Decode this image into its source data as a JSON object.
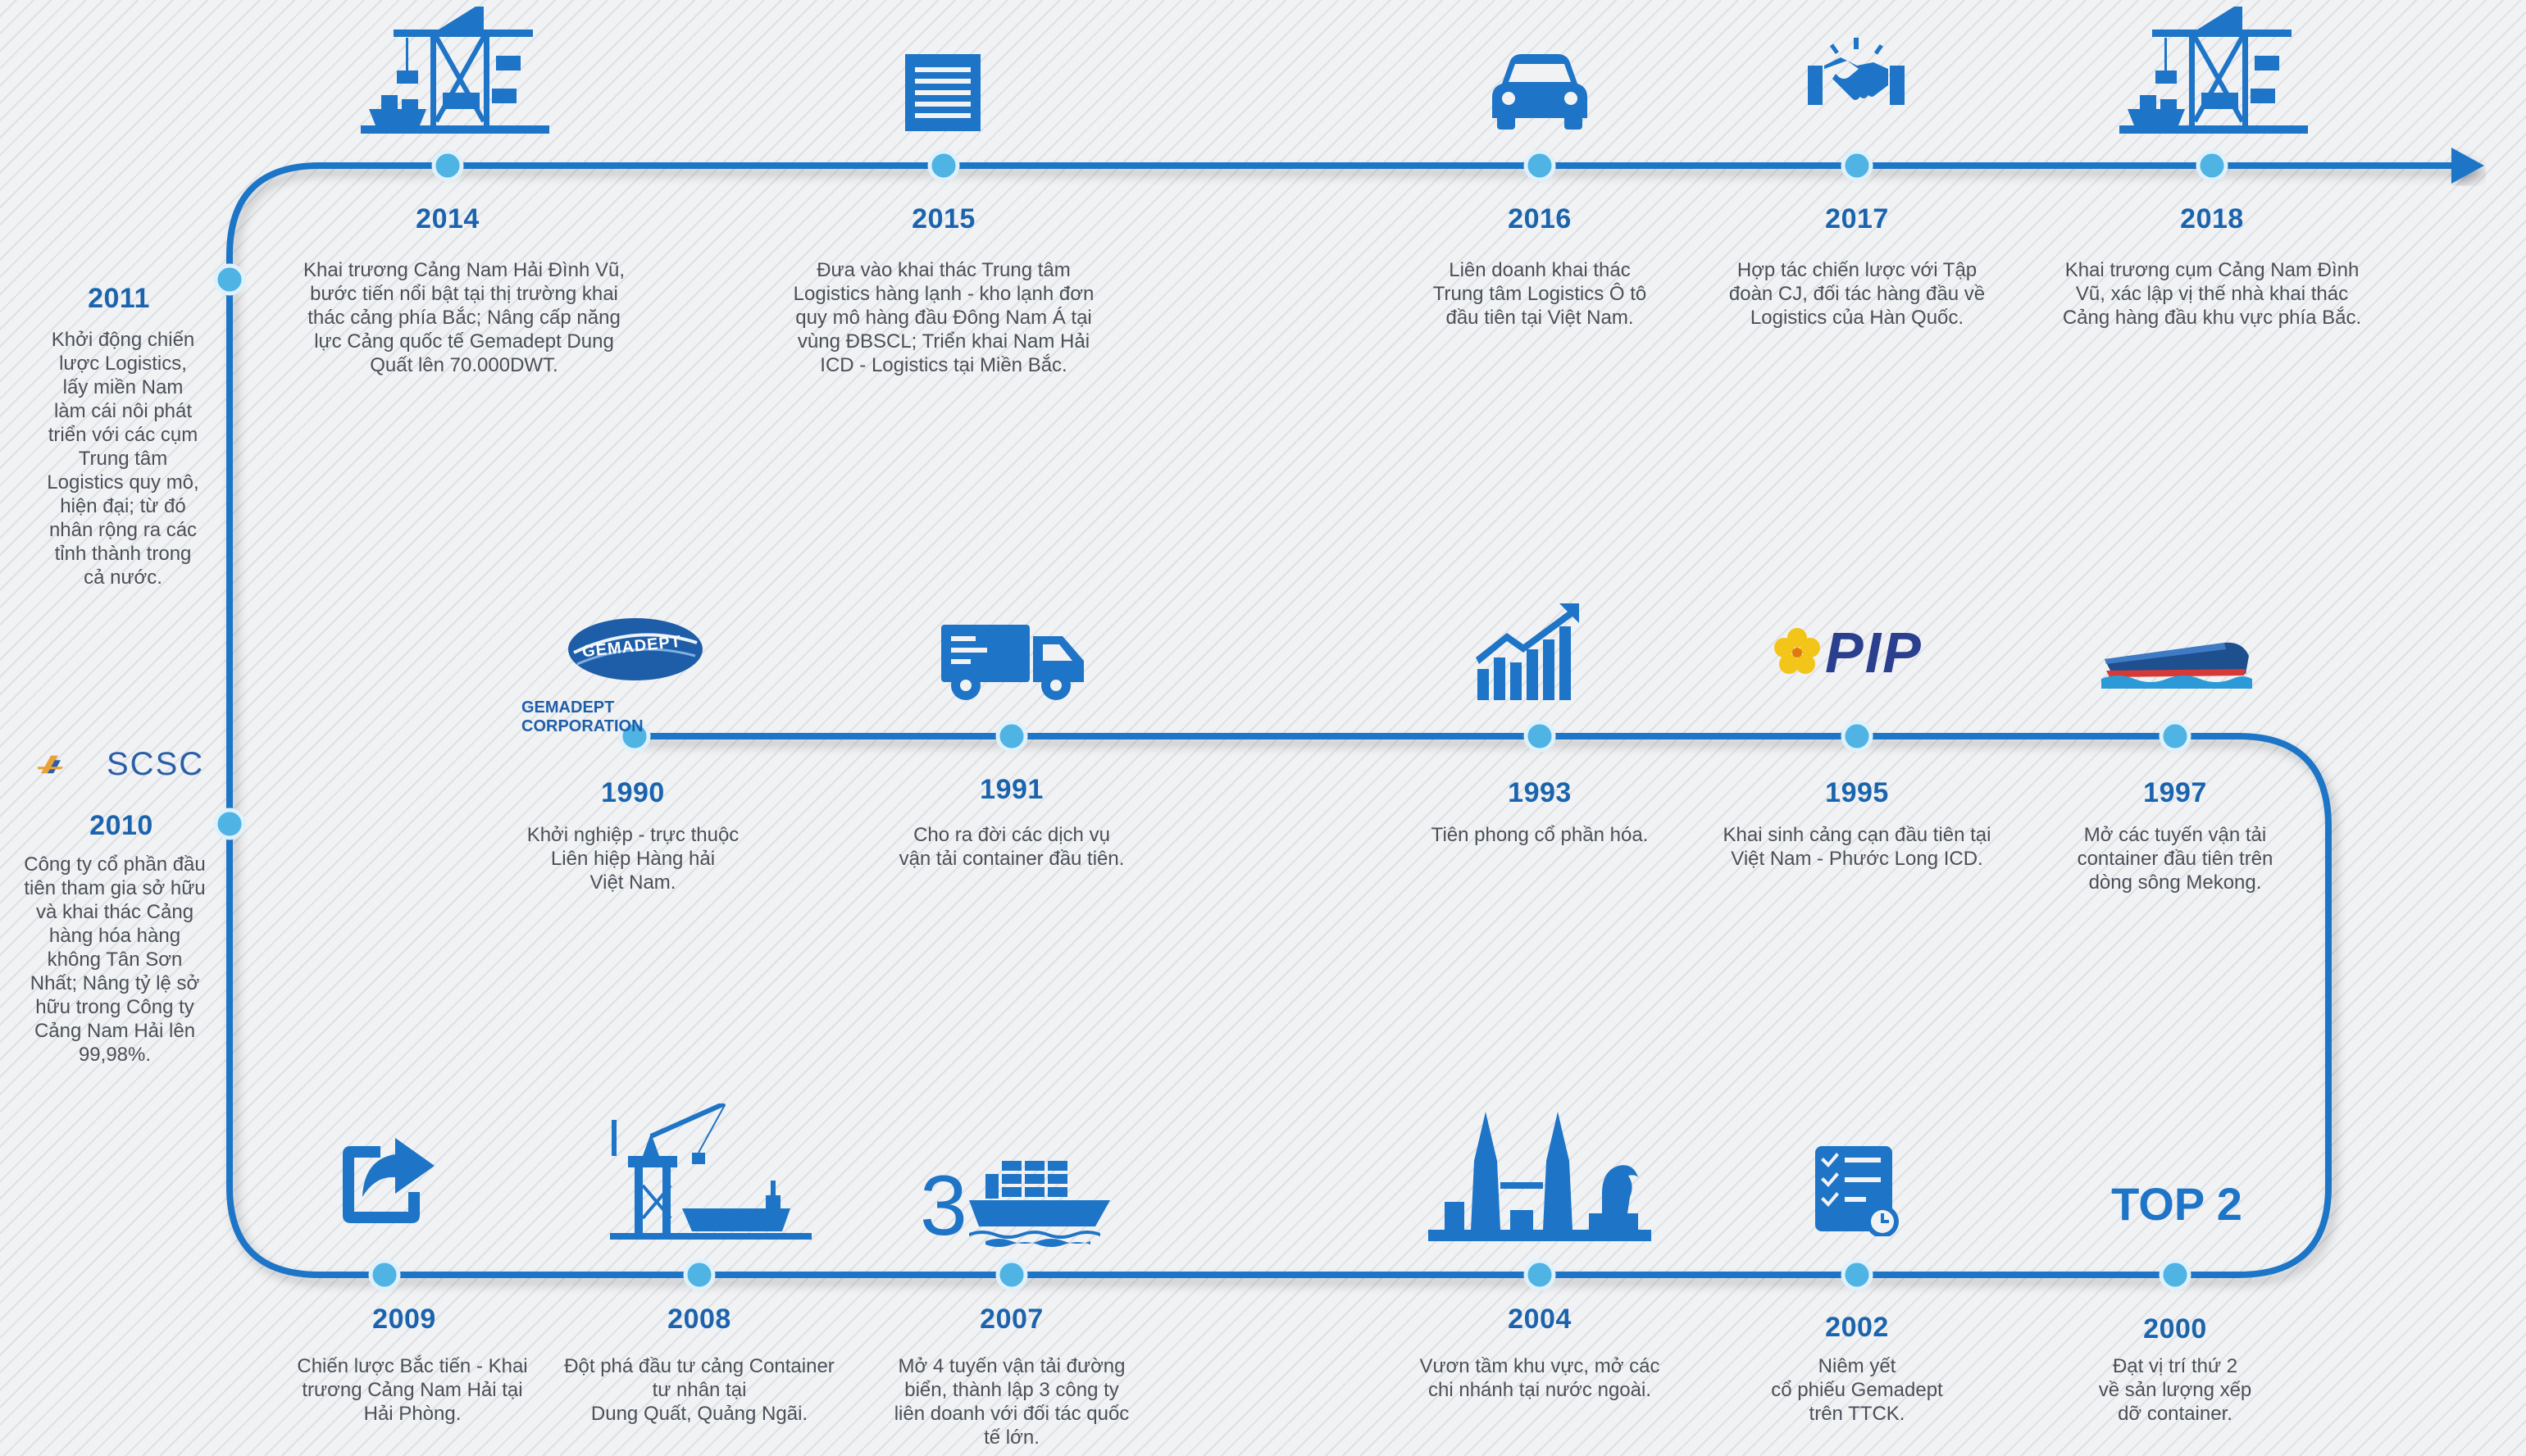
{
  "colors": {
    "track": "#1e74c6",
    "node": "#4fb3e4",
    "year_text": "#1b64ad",
    "icon": "#1e74c6",
    "desc_text": "#4a4f58"
  },
  "milestones": [
    {
      "year": "2014",
      "desc": "Khai trương Cảng Nam Hải Đình Vũ,\nbước tiến nổi bật tại thị trường khai\nthác cảng phía Bắc; Nâng cấp năng\nlực Cảng quốc tế Gemadept Dung\nQuất lên 70.000DWT.",
      "icon": "port-crane-ship-icon"
    },
    {
      "year": "2015",
      "desc": "Đưa vào khai thác Trung tâm\nLogistics hàng lạnh - kho lạnh đơn\nquy mô hàng đầu Đông Nam Á tại\nvùng ĐBSCL; Triển khai Nam Hải\nICD - Logistics tại Miền Bắc.",
      "icon": "cold-storage-icon"
    },
    {
      "year": "2016",
      "desc": "Liên doanh khai thác\nTrung tâm Logistics Ô tô\nđầu tiên tại Việt Nam.",
      "icon": "car-icon"
    },
    {
      "year": "2017",
      "desc": "Hợp tác chiến lược với Tập\nđoàn CJ, đối tác hàng đầu về\nLogistics của Hàn Quốc.",
      "icon": "handshake-icon"
    },
    {
      "year": "2018",
      "desc": "Khai trương cụm Cảng Nam Đình\nVũ, xác lập vị thế nhà khai thác\nCảng hàng đầu khu vực phía Bắc.",
      "icon": "port-crane-ship-icon"
    },
    {
      "year": "2011",
      "desc": "Khởi động chiến\nlược Logistics,\nlấy miền Nam\nlàm cái nôi phát\ntriển với các cụm\nTrung tâm\nLogistics quy mô,\nhiện đại; từ đó\nnhân rộng ra các\ntỉnh thành trong\ncả nước.",
      "icon": ""
    },
    {
      "year": "2010",
      "desc": "Công ty cổ phần đầu\ntiên tham gia sở hữu\nvà khai thác Cảng\nhàng hóa hàng\nkhông Tân Sơn\nNhất; Nâng tỷ lệ sở\nhữu trong Công ty\nCảng Nam Hải lên\n99,98%.",
      "icon": "scsc-logo"
    },
    {
      "year": "1990",
      "desc": "Khởi nghiệp - trực thuộc\nLiên hiệp Hàng hải\nViệt Nam.",
      "icon": "gemadept-logo"
    },
    {
      "year": "1991",
      "desc": "Cho ra đời các dịch vụ\nvận tải container đầu tiên.",
      "icon": "truck-icon"
    },
    {
      "year": "1993",
      "desc": "Tiên phong cổ phần hóa.",
      "icon": "growth-chart-icon"
    },
    {
      "year": "1995",
      "desc": "Khai sinh cảng cạn đầu tiên tại\nViệt Nam - Phước Long ICD.",
      "icon": "pip-logo"
    },
    {
      "year": "1997",
      "desc": "Mở các tuyến vận tải\ncontainer đầu tiên trên\ndòng sông Mekong.",
      "icon": "container-ship-icon"
    },
    {
      "year": "2009",
      "desc": "Chiến lược Bắc tiến - Khai\ntrương Cảng Nam Hải tại\nHải Phòng.",
      "icon": "share-arrow-icon"
    },
    {
      "year": "2008",
      "desc": "Đột phá đầu tư cảng Container\ntư nhân tại\nDung Quất, Quảng Ngãi.",
      "icon": "harbor-crane-ship-icon"
    },
    {
      "year": "2007",
      "desc": "Mở 4 tuyến vận tải đường\nbiển, thành lập 3 công ty\nliên doanh với đối tác quốc\ntế lớn.",
      "icon": "three-container-ships-icon"
    },
    {
      "year": "2004",
      "desc": "Vươn tầm khu vực, mở các\nchi nhánh tại nước ngoài.",
      "icon": "regional-landmarks-icon"
    },
    {
      "year": "2002",
      "desc": "Niêm yết\ncổ phiếu Gemadept\ntrên TTCK.",
      "icon": "checklist-icon"
    },
    {
      "year": "2000",
      "desc": "Đạt vị trí thứ 2\nvề sản lượng xếp\ndỡ container.",
      "icon": "top2-badge"
    }
  ],
  "logos": {
    "gemadept_badge": "GEMADEPT",
    "gemadept_caption": "GEMADEPT CORPORATION",
    "scsc": "SCSC",
    "pip": "PIP"
  },
  "badges": {
    "top2": "TOP 2"
  }
}
